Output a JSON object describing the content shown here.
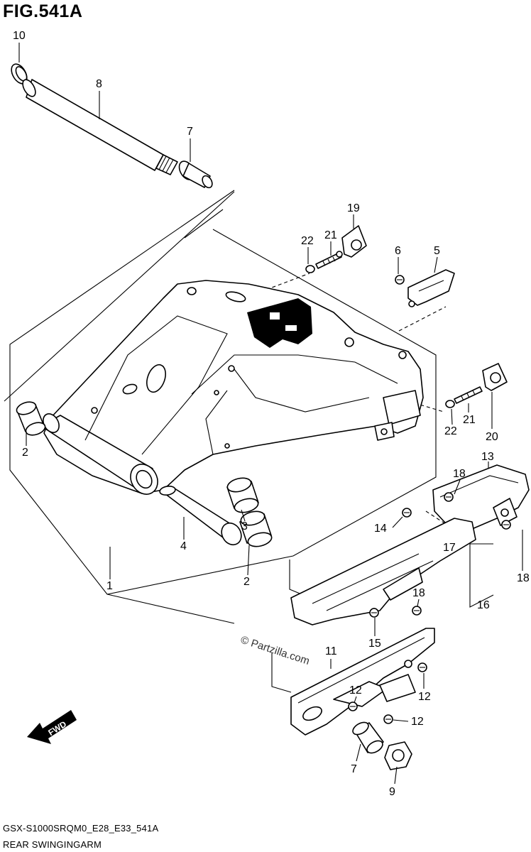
{
  "figure": {
    "title": "FIG.541A",
    "model_code": "GSX-S1000SRQM0_E28_E33_541A",
    "group_name": "REAR SWINGINGARM",
    "watermark": "© Partzilla.com",
    "fwd_label": "FWD"
  },
  "callouts": {
    "c1": "1",
    "c2a": "2",
    "c2b": "2",
    "c3": "3",
    "c4": "4",
    "c5": "5",
    "c6": "6",
    "c7a": "7",
    "c7b": "7",
    "c8": "8",
    "c9": "9",
    "c10": "10",
    "c11": "11",
    "c12a": "12",
    "c12b": "12",
    "c12c": "12",
    "c13": "13",
    "c14": "14",
    "c15": "15",
    "c16": "16",
    "c17": "17",
    "c18a": "18",
    "c18b": "18",
    "c18c": "18",
    "c19": "19",
    "c20": "20",
    "c21a": "21",
    "c21b": "21",
    "c22a": "22",
    "c22b": "22"
  }
}
